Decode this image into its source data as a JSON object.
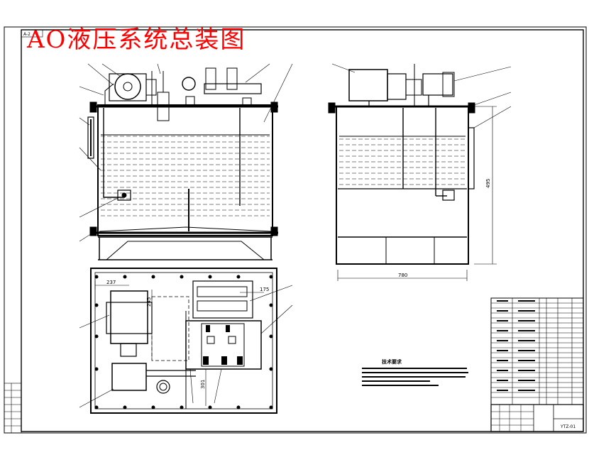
{
  "title": "AO液压系统总装图",
  "sheet_code": "A-2",
  "dimensions": {
    "width_side": "780",
    "height_side": "495",
    "plan_offset": "237",
    "plan_mid": "245",
    "plan_small": "175",
    "plan_vertical": "301"
  },
  "notes": {
    "heading": "技术要求"
  },
  "title_block": {
    "drawing_no": "YTZ-01"
  },
  "colors": {
    "title_red": "#ff0000",
    "line": "#000000",
    "paper": "#ffffff"
  }
}
